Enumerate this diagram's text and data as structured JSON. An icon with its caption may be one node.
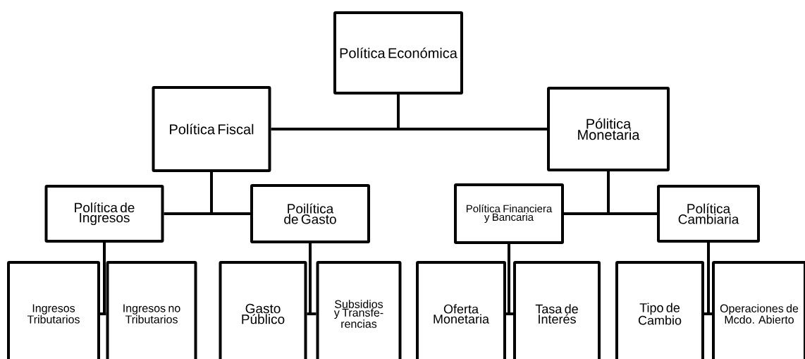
{
  "diagram": {
    "nodes": [
      {
        "text": [
          "Política Económica"
        ]
      },
      {
        "text": [
          "Política Fiscal"
        ]
      },
      {
        "text": [
          "Pólitica Monetaria"
        ]
      },
      {
        "text": [
          "Política de Ingresos"
        ]
      },
      {
        "text": [
          "Poilítica de Gasto"
        ]
      },
      {
        "text": [
          "Política Financiera y Bancaria"
        ]
      },
      {
        "text": [
          "Política Cambiaria"
        ]
      },
      {
        "text": [
          "Ingresos Tributarios"
        ]
      },
      {
        "text": [
          "Ingresos no Tributarios"
        ]
      },
      {
        "text": [
          "Gasto Público"
        ]
      },
      {
        "text": [
          "Subsidios y Transfe- rencias"
        ]
      },
      {
        "text": [
          "Oferta Monetaria"
        ]
      },
      {
        "text": [
          "Tasa de Interés"
        ]
      },
      {
        "text": [
          "Tipo de Cambio"
        ]
      },
      {
        "text": [
          "Operaciones de Mcdo. Abierto"
        ]
      }
    ],
    "edges": [
      {
        "from": 0,
        "to": 1,
        "arrow": "none"
      },
      {
        "from": 0,
        "to": 2,
        "arrow": "none"
      },
      {
        "from": 1,
        "to": 3,
        "arrow": "none"
      },
      {
        "from": 1,
        "to": 4,
        "arrow": "none"
      },
      {
        "from": 2,
        "to": 5,
        "arrow": "none"
      },
      {
        "from": 2,
        "to": 6,
        "arrow": "none"
      },
      {
        "from": 3,
        "to": 7,
        "arrow": "none"
      },
      {
        "from": 3,
        "to": 8,
        "arrow": "none"
      },
      {
        "from": 4,
        "to": 9,
        "arrow": "none"
      },
      {
        "from": 4,
        "to": 10,
        "arrow": "none"
      },
      {
        "from": 5,
        "to": 11,
        "arrow": "none"
      },
      {
        "from": 5,
        "to": 12,
        "arrow": "none"
      },
      {
        "from": 6,
        "to": 13,
        "arrow": "none"
      },
      {
        "from": 6,
        "to": 14,
        "arrow": "none"
      }
    ]
  }
}
